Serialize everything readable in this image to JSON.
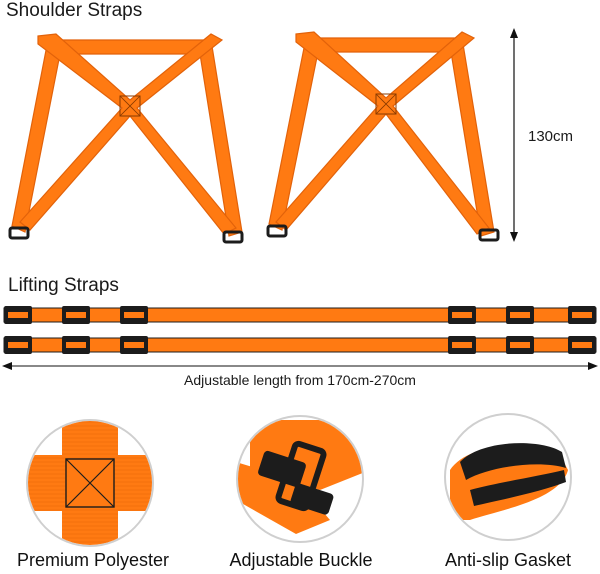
{
  "sections": {
    "shoulder": {
      "title": "Shoulder Straps",
      "height_label": "130cm"
    },
    "lifting": {
      "title": "Lifting Straps",
      "length_label": "Adjustable length from 170cm-270cm"
    }
  },
  "features": [
    {
      "label": "Premium Polyester",
      "icon": "cross-stitch-closeup"
    },
    {
      "label": "Adjustable Buckle",
      "icon": "buckle-closeup"
    },
    {
      "label": "Anti-slip Gasket",
      "icon": "gasket-loop-closeup"
    }
  ],
  "colors": {
    "strap_orange": "#ff7a12",
    "strap_edge": "#e2620a",
    "buckle_black": "#1c1c1c",
    "gray_ring": "#cfcfcf"
  }
}
